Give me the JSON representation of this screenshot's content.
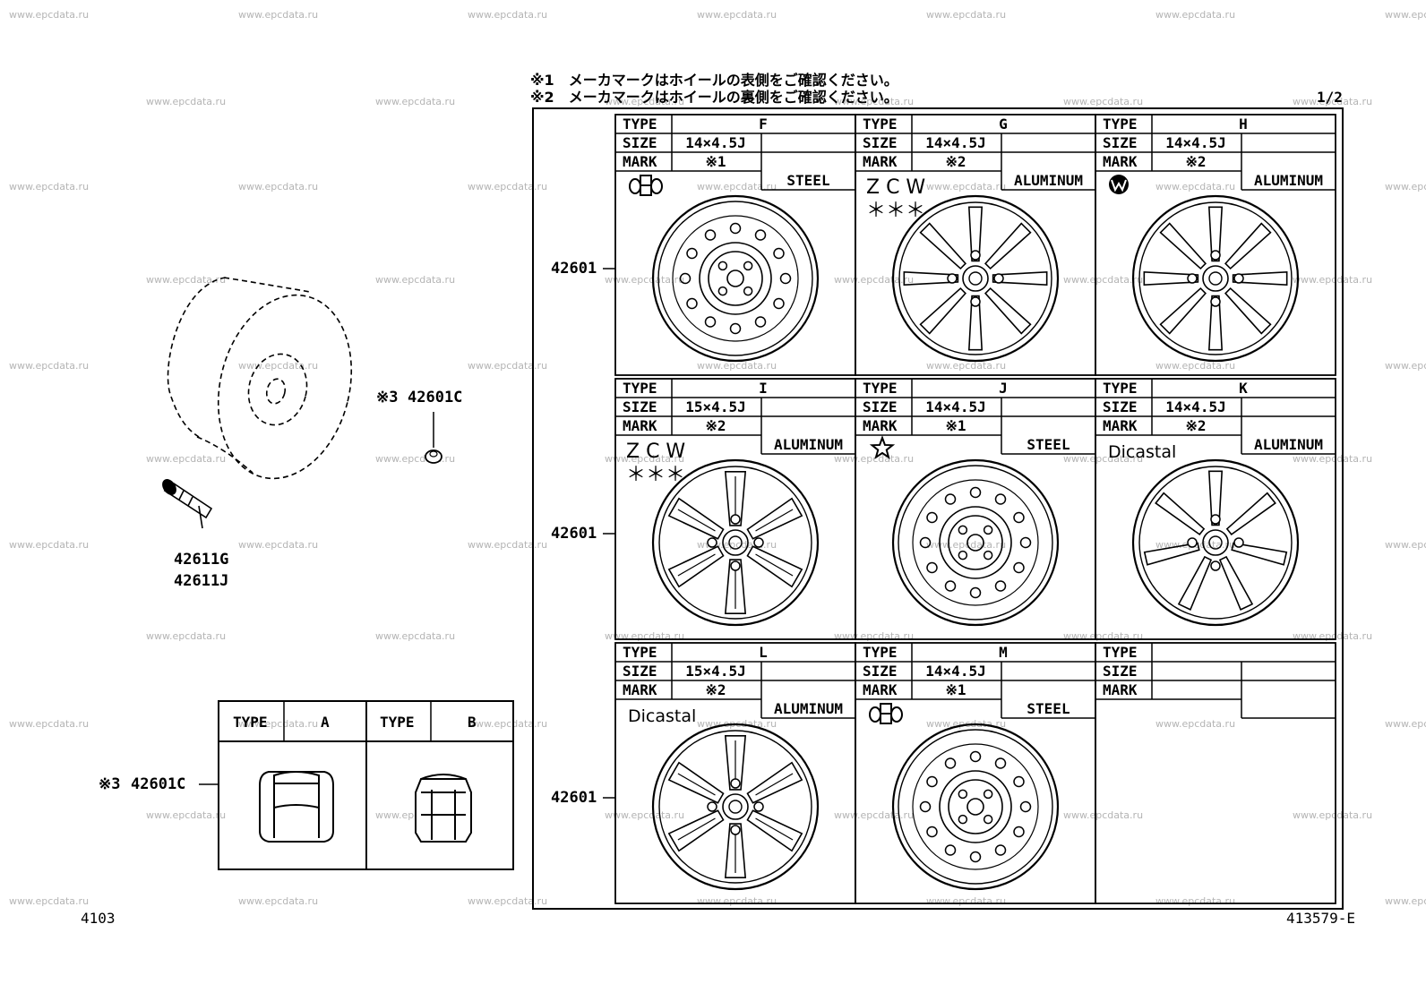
{
  "watermark": "www.epcdata.ru",
  "notes": {
    "note1": "※1　メーカマークはホイールの表側をご確認ください。",
    "note2": "※2　メーカマークはホイールの裏側をご確認ください。",
    "page": "1/2"
  },
  "labels": {
    "type": "TYPE",
    "size": "SIZE",
    "mark": "MARK"
  },
  "panels": [
    {
      "type": "F",
      "size": "14×4.5J",
      "mark": "※1",
      "material": "STEEL",
      "brand": "emblem",
      "style": "steel"
    },
    {
      "type": "G",
      "size": "14×4.5J",
      "mark": "※2",
      "material": "ALUMINUM",
      "brand": "ZCW",
      "brand_line1": "Z C W",
      "brand_line2": "＊＊＊",
      "style": "alloy8"
    },
    {
      "type": "H",
      "size": "14×4.5J",
      "mark": "※2",
      "material": "ALUMINUM",
      "brand": "W-logo",
      "style": "alloy8"
    },
    {
      "type": "I",
      "size": "15×4.5J",
      "mark": "※2",
      "material": "ALUMINUM",
      "brand": "ZCW",
      "brand_line1": "Z C W",
      "brand_line2": "＊＊＊",
      "style": "alloy6"
    },
    {
      "type": "J",
      "size": "14×4.5J",
      "mark": "※1",
      "material": "STEEL",
      "brand": "star",
      "style": "steel"
    },
    {
      "type": "K",
      "size": "14×4.5J",
      "mark": "※2",
      "material": "ALUMINUM",
      "brand": "Dicastal",
      "brand_text": "Dicastal",
      "style": "alloy7"
    },
    {
      "type": "L",
      "size": "15×4.5J",
      "mark": "※2",
      "material": "ALUMINUM",
      "brand": "Dicastal",
      "brand_text": "Dicastal",
      "style": "alloy6"
    },
    {
      "type": "M",
      "size": "14×4.5J",
      "mark": "※1",
      "material": "STEEL",
      "brand": "emblem",
      "style": "steel"
    },
    {
      "type": "",
      "size": "",
      "mark": "",
      "material": "",
      "brand": "",
      "style": "empty"
    }
  ],
  "row_part_number": "42601",
  "callouts": {
    "nut_ref": "※3",
    "nut_part": "42601C",
    "valve_1": "42611G",
    "valve_2": "42611J"
  },
  "nut_table": {
    "type_label": "TYPE",
    "a": "A",
    "b": "B",
    "ref": "※3",
    "part": "42601C"
  },
  "footer": {
    "left": "4103",
    "right": "413579-E"
  }
}
